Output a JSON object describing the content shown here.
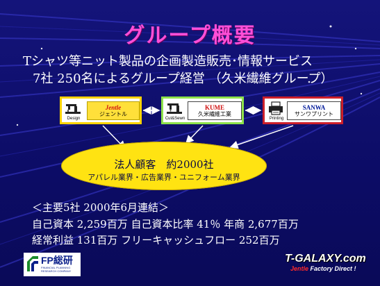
{
  "title": "グループ概要",
  "subtitle_line1": "Tシャツ等ニット製品の企画製造販売･情報サービス",
  "subtitle_line2": "7社 250名によるグループ経営 （久米繊維グループ）",
  "companies": [
    {
      "icon": "sewing-machine-icon",
      "icon_label": "Design",
      "logo_top": "Jentle",
      "logo_bottom": "ジェントル"
    },
    {
      "icon": "sewing-machine-icon",
      "icon_label": "Cut&Sewn",
      "logo_top": "KUME",
      "logo_bottom": "久米繊維工業"
    },
    {
      "icon": "printer-icon",
      "icon_label": "Printing",
      "logo_top": "SANWA",
      "logo_bottom": "サンワプリント"
    }
  ],
  "customers": {
    "line1": "法人顧客　約2000社",
    "line2": "アパレル業界・広告業界・ユニフォーム業界"
  },
  "figures": {
    "line1": "＜主要5社 2000年6月連結＞",
    "line2": "自己資本 2,259百万  自己資本比率 41％  年商 2,677百万",
    "line3": "経常利益 131百万  フリーキャッシュフロー 252百万"
  },
  "footer_left": {
    "name": "FP総研",
    "small1": "FINANCIAL PLANNING",
    "small2": "RESEARCH COMPANY"
  },
  "footer_right": {
    "main": "T-GALAXY.com",
    "tag_brand": "Jentle",
    "tag_rest": " Factory Direct !"
  },
  "colors": {
    "background": "#0c0c66",
    "title": "#ff4fd8",
    "ellipse": "#ffe312",
    "border_jentle": "#ffd400",
    "border_kume": "#8ee24a",
    "border_sanwa": "#cc1f2a"
  }
}
